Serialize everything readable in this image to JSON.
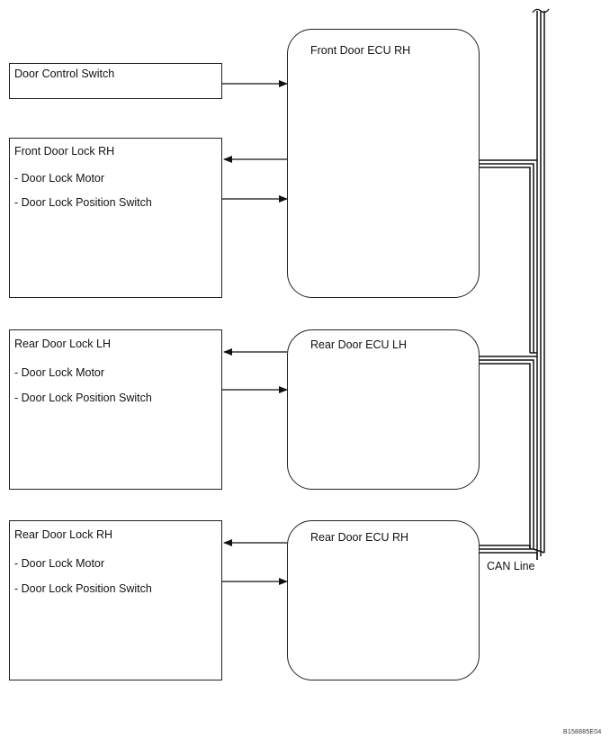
{
  "door_control_switch": {
    "title": "Door Control Switch"
  },
  "front_door_lock_rh": {
    "title": "Front Door Lock RH",
    "items": [
      "- Door Lock Motor",
      "- Door Lock Position Switch"
    ]
  },
  "rear_door_lock_lh": {
    "title": "Rear Door Lock LH",
    "items": [
      "- Door Lock Motor",
      "- Door Lock Position Switch"
    ]
  },
  "rear_door_lock_rh": {
    "title": "Rear Door Lock RH",
    "items": [
      "- Door Lock Motor",
      "- Door Lock Position Switch"
    ]
  },
  "front_door_ecu_rh": {
    "title": "Front Door ECU RH"
  },
  "rear_door_ecu_lh": {
    "title": "Rear Door ECU LH"
  },
  "rear_door_ecu_rh": {
    "title": "Rear Door ECU RH"
  },
  "can_line": {
    "label": "CAN Line"
  },
  "figure_code": "B158885E04"
}
